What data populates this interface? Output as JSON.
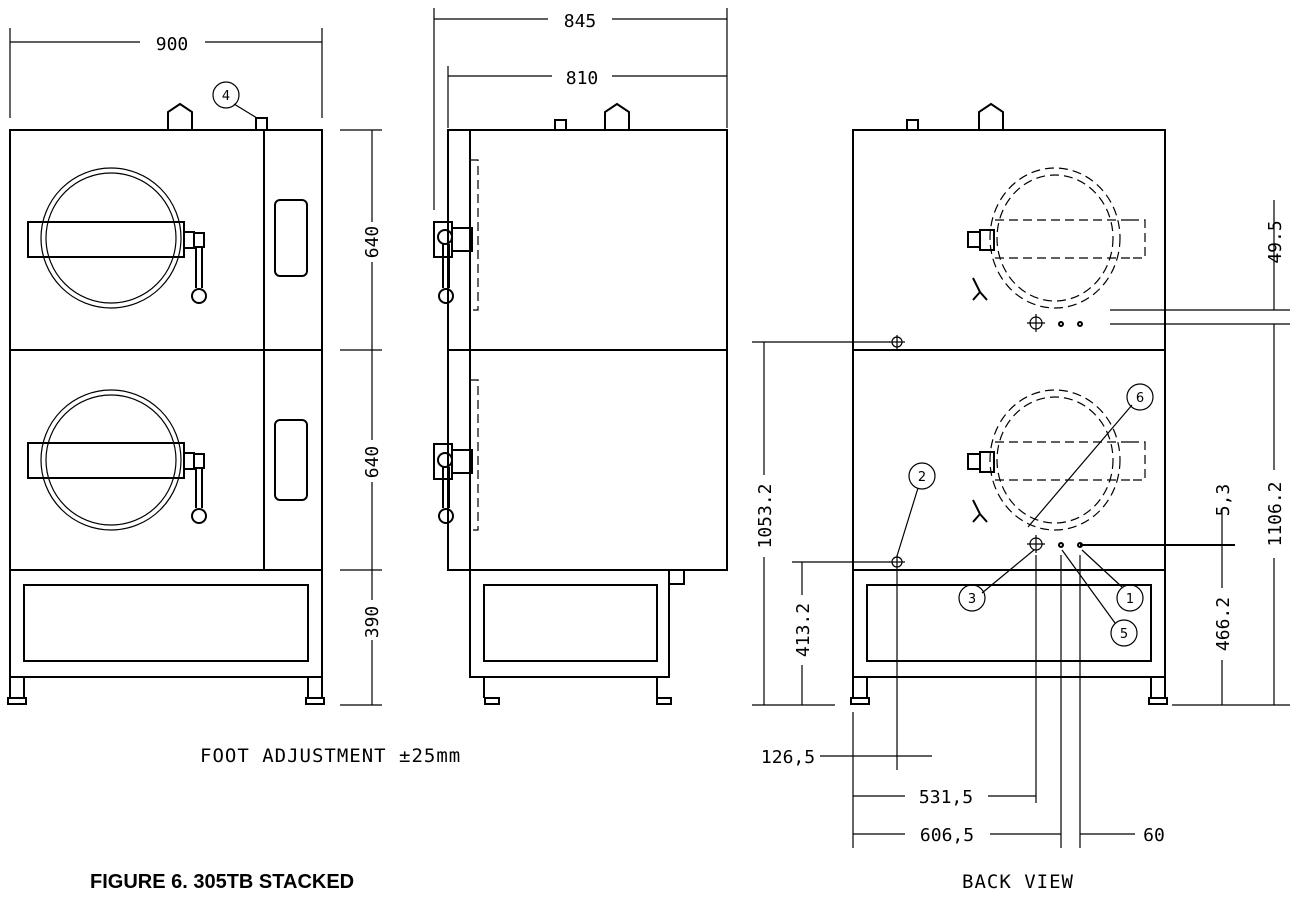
{
  "caption": "FIGURE 6. 305TB STACKED",
  "back_view_label": "BACK VIEW",
  "foot_note": "FOOT ADJUSTMENT  ±25mm",
  "dimensions": {
    "front_width": "900",
    "side_overall": "845",
    "side_body": "810",
    "upper_height": "640",
    "lower_height": "640",
    "stand_height": "390",
    "back_top_offset": "49.5",
    "back_total_height": "1106.2",
    "back_mid_height": "1053.2",
    "back_low_height": "413.2",
    "back_port_height": "466.2",
    "back_small_offset": "5,3",
    "offset_a": "126,5",
    "offset_b": "531,5",
    "offset_c": "606,5",
    "offset_d": "60"
  },
  "callouts": [
    "1",
    "2",
    "3",
    "4",
    "5",
    "6"
  ]
}
